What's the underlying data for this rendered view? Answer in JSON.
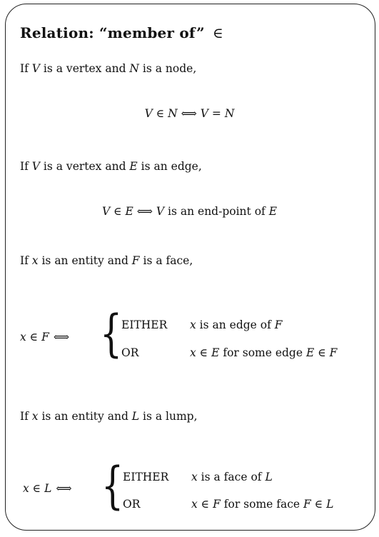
{
  "title": "Relation:  “member of”",
  "title_symbol": "∈",
  "s1": {
    "intro_pre": "If ",
    "v": "V",
    "mid1": " is a vertex and ",
    "n": "N",
    "post": " is a node,",
    "eq": [
      "V",
      " ∈ ",
      "N",
      "  ⟺  ",
      "V",
      " = ",
      "N"
    ]
  },
  "s2": {
    "intro_pre": "If ",
    "v": "V",
    "mid1": " is a vertex and ",
    "e": "E",
    "post": " is an edge,",
    "eq_a": "V",
    "eq_in": " ∈ ",
    "eq_e": "E",
    "eq_iff": "  ⟺  ",
    "eq_v2": "V",
    "eq_text": " is an end-point of ",
    "eq_e2": "E"
  },
  "s3": {
    "intro_pre": "If ",
    "x": "x",
    "mid1": " is an entity and ",
    "f": "F",
    "post": " is a face,",
    "lhs_x": "x",
    "lhs_in": " ∈ ",
    "lhs_f": "F",
    "iff": "⟺",
    "c1_label": "EITHER",
    "c1_x": "x",
    "c1_text": " is an edge of ",
    "c1_f": "F",
    "c2_label": "OR",
    "c2_x": "x",
    "c2_in": " ∈ ",
    "c2_e": "E",
    "c2_text": " for some edge ",
    "c2_e2": "E",
    "c2_in2": " ∈ ",
    "c2_f": "F"
  },
  "s4": {
    "intro_pre": "If ",
    "x": "x",
    "mid1": " is an entity and ",
    "l": "L",
    "post": " is a lump,",
    "lhs_x": "x",
    "lhs_in": " ∈ ",
    "lhs_l": "L",
    "iff": "⟺",
    "c1_label": "EITHER",
    "c1_x": "x",
    "c1_text": " is a face of ",
    "c1_l": "L",
    "c2_label": "OR",
    "c2_x": "x",
    "c2_in": " ∈ ",
    "c2_f": "F",
    "c2_text": " for some face ",
    "c2_f2": "F",
    "c2_in2": " ∈ ",
    "c2_l": "L"
  }
}
